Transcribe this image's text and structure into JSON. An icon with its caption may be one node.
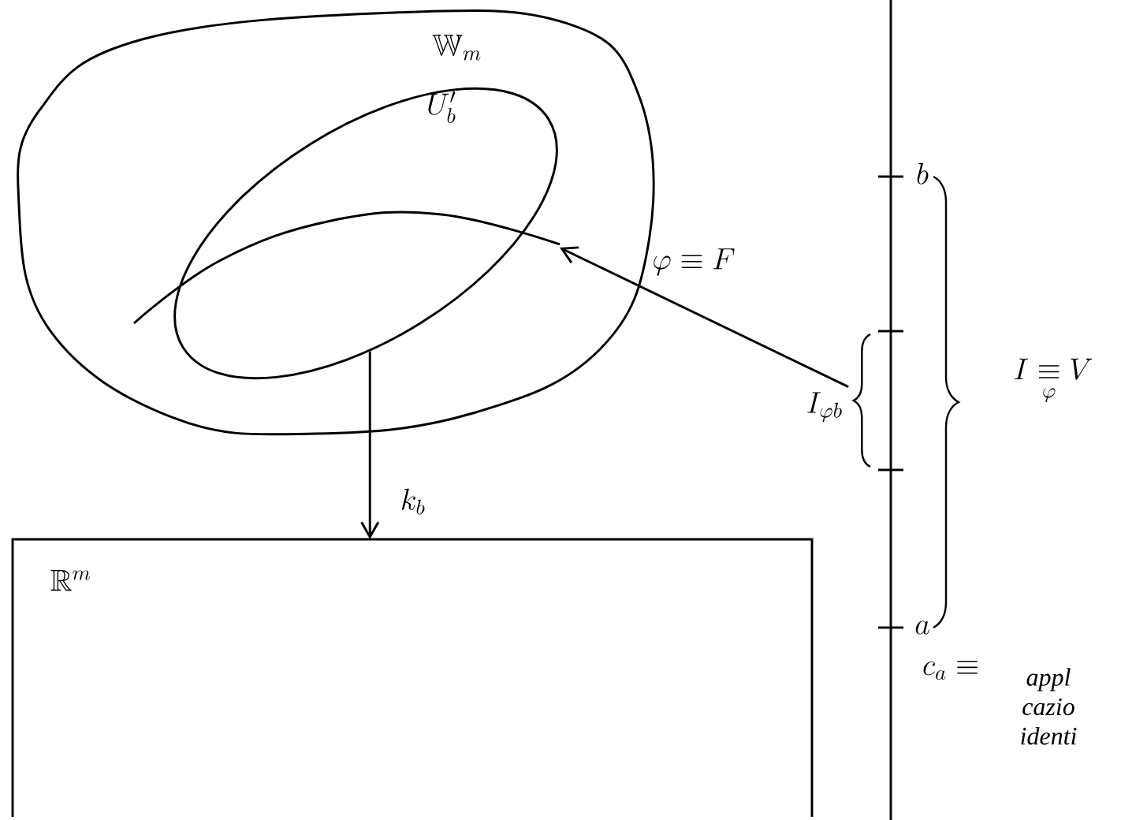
{
  "diagram": {
    "nodes": [
      {
        "text": [
          "\\mathbb{W}_m"
        ]
      },
      {
        "text": [
          "U_b'"
        ],
        "in": 0
      },
      {
        "text": [],
        "shape": "curve",
        "in": 0
      },
      {
        "text": [
          "I_{\\varphi b}"
        ]
      },
      {
        "text": [
          "\\mathbb{R}^m"
        ]
      }
    ],
    "edges": [
      {
        "from": 3,
        "to": 2,
        "arrow": "to",
        "label": "\\varphi \\equiv F"
      },
      {
        "from": 1,
        "to": 4,
        "arrow": "to",
        "label": "k_b"
      }
    ],
    "labels": [
      "b",
      "I \\underset{\\varphi}{\\equiv} V",
      "a",
      "c_a \\equiv",
      "appl cazio identi"
    ]
  }
}
